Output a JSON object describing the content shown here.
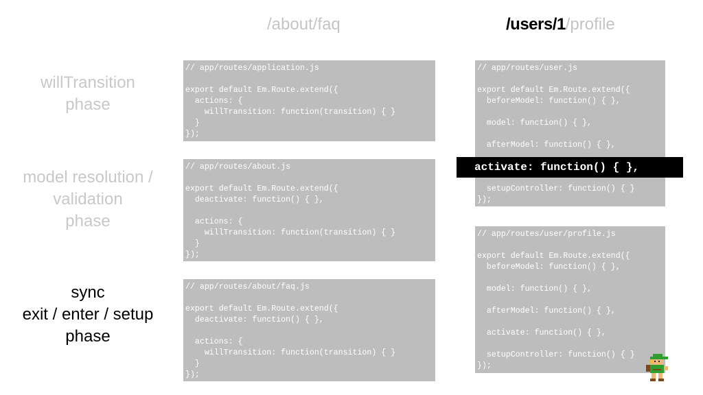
{
  "headings": {
    "left": "/about/faq",
    "right_strong": "/users/1",
    "right_rest": "/profile"
  },
  "phases": [
    {
      "lines": [
        "willTransition",
        "phase"
      ],
      "active": false
    },
    {
      "lines": [
        "model resolution /",
        "validation",
        "phase"
      ],
      "active": false
    },
    {
      "lines": [
        "sync",
        "exit / enter / setup",
        "phase"
      ],
      "active": true
    }
  ],
  "code_blocks": {
    "application": [
      "// app/routes/application.js",
      "",
      "export default Em.Route.extend({",
      "  actions: {",
      "    willTransition: function(transition) { }",
      "  }",
      "});"
    ],
    "about": [
      "// app/routes/about.js",
      "",
      "export default Em.Route.extend({",
      "  deactivate: function() { },",
      "",
      "  actions: {",
      "    willTransition: function(transition) { }",
      "  }",
      "});"
    ],
    "faq": [
      "// app/routes/about/faq.js",
      "",
      "export default Em.Route.extend({",
      "  deactivate: function() { },",
      "",
      "  actions: {",
      "    willTransition: function(transition) { }",
      "  }",
      "});"
    ],
    "user": [
      "// app/routes/user.js",
      "",
      "export default Em.Route.extend({",
      "  beforeModel: function() { },",
      "",
      "  model: function() { },",
      "",
      "  afterModel: function() { },",
      "",
      "",
      "",
      "  setupController: function() { }",
      "});"
    ],
    "profile": [
      "// app/routes/user/profile.js",
      "",
      "export default Em.Route.extend({",
      "  beforeModel: function() { },",
      "",
      "  model: function() { },",
      "",
      "  afterModel: function() { },",
      "",
      "  activate: function() { },",
      "",
      "  setupController: function() { }",
      "});"
    ]
  },
  "highlight_line": "activate: function() { },",
  "colors": {
    "inactive_text": "#c4c4c4",
    "active_text": "#000000",
    "code_bg": "#bdbdbd",
    "highlight_bg": "#000000"
  },
  "icons": {
    "sprite": "link-character-sprite"
  }
}
